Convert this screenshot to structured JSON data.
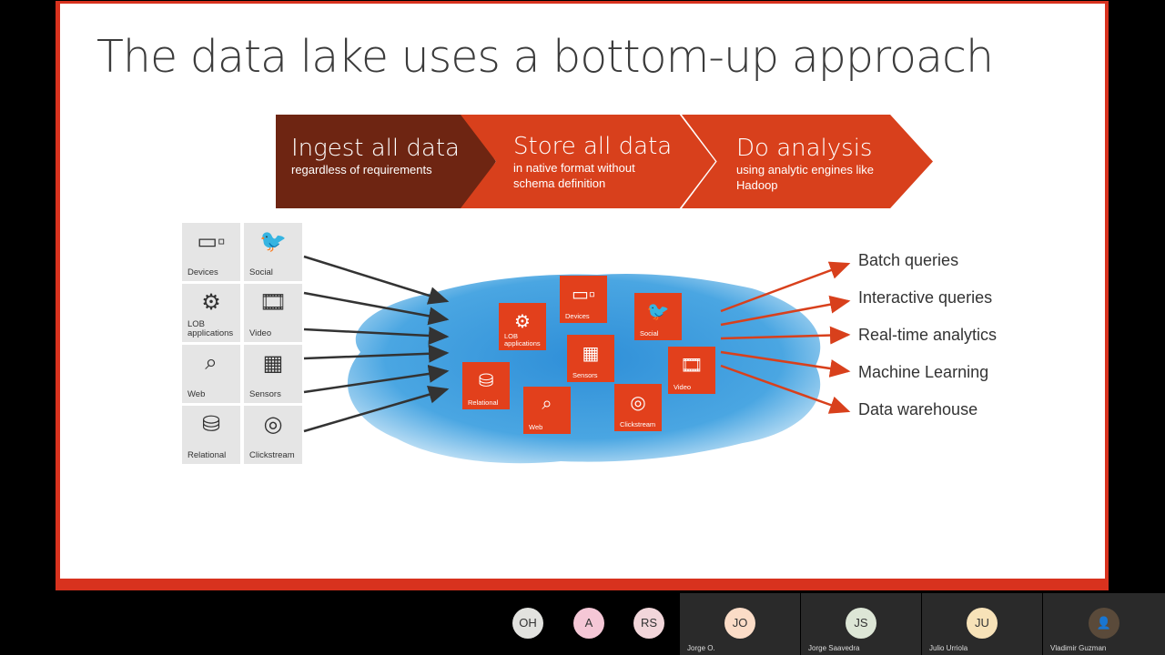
{
  "slide": {
    "title": "The data lake uses a bottom-up approach",
    "steps": [
      {
        "title": "Ingest all data",
        "subtitle": "regardless of requirements"
      },
      {
        "title": "Store all data",
        "subtitle": "in native format without schema definition"
      },
      {
        "title": "Do analysis",
        "subtitle": "using analytic engines like Hadoop"
      }
    ],
    "sources": [
      {
        "label": "Devices",
        "icon": "devices-icon"
      },
      {
        "label": "Social",
        "icon": "bird-icon"
      },
      {
        "label": "LOB applications",
        "icon": "lob-icon"
      },
      {
        "label": "Video",
        "icon": "film-icon"
      },
      {
        "label": "Web",
        "icon": "magnifier-icon"
      },
      {
        "label": "Sensors",
        "icon": "sensor-icon"
      },
      {
        "label": "Relational",
        "icon": "database-icon"
      },
      {
        "label": "Clickstream",
        "icon": "clickstream-icon"
      }
    ],
    "lake_tiles": [
      {
        "label": "Devices"
      },
      {
        "label": "LOB applications"
      },
      {
        "label": "Social"
      },
      {
        "label": "Sensors"
      },
      {
        "label": "Video"
      },
      {
        "label": "Relational"
      },
      {
        "label": "Web"
      },
      {
        "label": "Clickstream"
      }
    ],
    "outputs": [
      "Batch queries",
      "Interactive queries",
      "Real-time analytics",
      "Machine Learning",
      "Data warehouse"
    ],
    "colors": {
      "frame": "#d8321e",
      "chevron_dark": "#6e2512",
      "chevron": "#d8401c",
      "tile_orange": "#e2401c",
      "lake": "#3b9ad9"
    }
  },
  "participants": {
    "avatars": [
      {
        "initials": "OH"
      },
      {
        "initials": "A"
      },
      {
        "initials": "RS"
      }
    ],
    "tiles": [
      {
        "initials": "JO",
        "name": "Jorge O."
      },
      {
        "initials": "JS",
        "name": "Jorge Saavedra"
      },
      {
        "initials": "JU",
        "name": "Julio Urriola"
      },
      {
        "initials": "",
        "name": "Vladimir Guzman"
      }
    ]
  }
}
